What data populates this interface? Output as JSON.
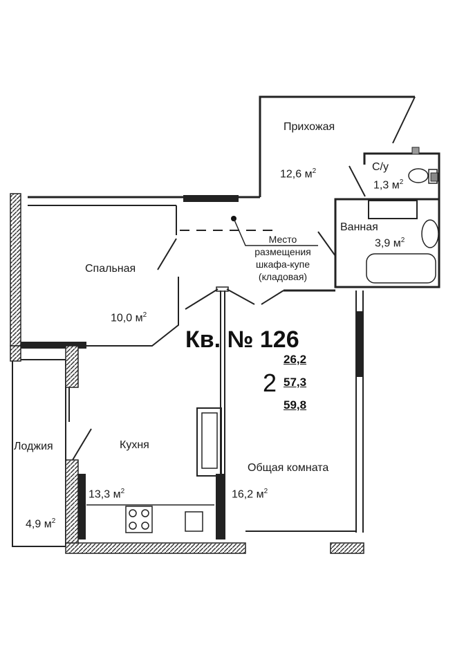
{
  "apartment": {
    "title": "Кв. № 126",
    "rooms": "2",
    "living_area": "26,2",
    "total_area": "57,3",
    "total_area_with_loggia": "59,8"
  },
  "unit": "м",
  "unit_power": "2",
  "rooms": [
    {
      "name": "Прихожая",
      "area": "12,6"
    },
    {
      "name": "С/у",
      "area": "1,3"
    },
    {
      "name": "Ванная",
      "area": "3,9"
    },
    {
      "name": "Спальная",
      "area": "10,0"
    },
    {
      "name": "Кухня",
      "area": "13,3"
    },
    {
      "name": "Общая комната",
      "area": "16,2"
    },
    {
      "name": "Лоджия",
      "area": "4,9"
    }
  ],
  "note": [
    "Место",
    "размещения",
    "шкафа-купе",
    "(кладовая)"
  ]
}
